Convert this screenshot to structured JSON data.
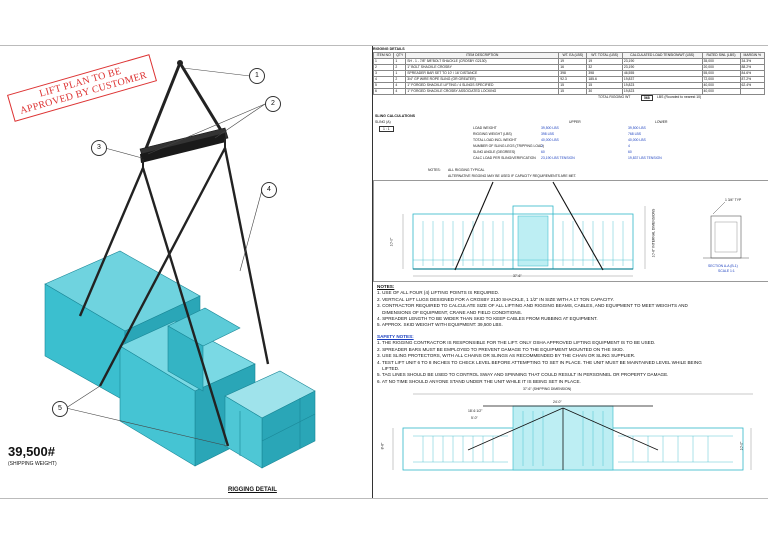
{
  "stamp_text": "LIFT PLAN TO BE APPROVED BY CUSTOMER",
  "shipping_weight": "39,500#",
  "shipping_weight_label": "(SHIPPING WEIGHT)",
  "rigging_detail_title": "RIGGING DETAIL",
  "callouts": [
    "1",
    "2",
    "3",
    "4",
    "5"
  ],
  "colors": {
    "equipment": "#2fb7c9",
    "equipment_dark": "#1a8797",
    "sling": "#222222",
    "stamp": "#dd3333",
    "safety": "#1a3fbf"
  },
  "rigging_table": {
    "title": "RIGGING DETAILS",
    "headers": [
      "ITEM NO",
      "QTY",
      "ITEM DESCRIPTION",
      "WT. EA (LBS)",
      "WT. TOTAL (LBS)",
      "CALCULATED LOAD TENSION/WT (LBS)",
      "RATED SWL (LBS)",
      "MARGIN %"
    ],
    "rows": [
      [
        "1",
        "1",
        "SH - 1 - 7/8\" 5/8\"BOLT SHACKLE (CROSBY G2130)",
        "19",
        "19",
        "23,190",
        "35,000",
        "34.3%"
      ],
      [
        "2",
        "2",
        "1\" BOLT SHACKLE CROSBY",
        "16",
        "32",
        "23,190",
        "20,000",
        "88.2%"
      ],
      [
        "3",
        "1",
        "SPREADER BAR SET TO 10' / 16' DISTANCE",
        "398",
        "398",
        "46,555",
        "55,000",
        "84.6%"
      ],
      [
        "4",
        "2",
        "3/4\" GP WIRE ROPE SLING (OR GREATER)",
        "92.3",
        "185.6",
        "19,837",
        "72,000",
        "87.2%"
      ],
      [
        "5",
        "4",
        "1\" FORGED SHACKLE LIFTING / 4 SLINGS SPECIFIED",
        "15",
        "15",
        "19,823",
        "40,000",
        "62.4%"
      ],
      [
        "6",
        "4",
        "1\" FORGED SHACKLE CROSBY ASSOCIATED LOCKING",
        "15",
        "30",
        "19,823",
        "40,000",
        ""
      ]
    ],
    "total_label": "TOTAL RIGGING WT",
    "total_value": "568",
    "total_note": "LBS (Rounded to nearest 10)"
  },
  "sling_calcs": {
    "title": "SLING CALCULATIONS",
    "sub": "SLING (A)",
    "ratio": "1 : 1",
    "upper_label": "UPPER",
    "lower_label": "LOWER",
    "rows": [
      {
        "label": "LOAD WEIGHT",
        "upper": "39,500 LBS",
        "lower": "39,500 LBS"
      },
      {
        "label": "RIGGING WEIGHT (LBS)",
        "upper": "398 LBS",
        "lower": "768 LBS"
      },
      {
        "label": "TOTAL LOAD INCL WEIGHT",
        "upper": "40,000 LBS",
        "lower": "40,000 LBS"
      },
      {
        "label": "NUMBER OF SLING LEGS (TRIPPING LOAD)",
        "upper": "2",
        "lower": "4"
      },
      {
        "label": "SLING ANGLE (DEGREES)",
        "upper": "60",
        "lower": "60"
      },
      {
        "label": "CALC LOAD PER SLING/VERIFICATION",
        "upper": "23,190 LBS TENSION",
        "lower": "19,837 LBS TENSION"
      }
    ],
    "notes_label": "NOTES:",
    "notes_lines": [
      "ALL RIGGING TYPICAL",
      "ALTERNATIVE RIGGING MAY BE USED IF CAPACITY REQUIREMENTS ARE MET."
    ]
  },
  "elevation": {
    "dim_bottom": "37'-6\"",
    "dim_height": "10'-0\"",
    "dim_right": "10'-6\" INTERNAL DIMENSIONS",
    "section_label": "SECTION A-A (B-1)",
    "section_sub": "SCALE 1:1",
    "leader_label": "1 3/4\" TYP"
  },
  "notes": {
    "heading": "NOTES:",
    "items": [
      "1. USE OF ALL FOUR (4) LIFTING POINTS IS REQUIRED.",
      "2. VERTICAL LIFT LUGS DESIGNED FOR A CROSBY 2130 SHACKLE, 1 1/2\" IN SIZE WITH A 17 TON CAPACITY.",
      "3. CONTRACTOR REQUIRED TO CALCULATE SIZE OF ALL LIFTING AND RIGGING BEAMS, CABLES, AND EQUIPMENT TO MEET WEIGHTS AND",
      "    DIMENSIONS OF EQUIPMENT, CRANE AND FIELD CONDITIONS.",
      "4. SPREADER LENGTH TO BE WIDER THAN SKID TO KEEP CABLES FROM RUBBING AT EQUIPMENT.",
      "5. APPROX. SKID WEIGHT WITH EQUIPMENT: 39,500 LBS."
    ]
  },
  "safety_notes": {
    "heading": "SAFETY NOTES:",
    "items": [
      "1. THE RIGGING CONTRACTOR IS RESPONSIBLE FOR THE LIFT. ONLY OSHA APPROVED LIFTING EQUIPMENT IS TO BE USED.",
      "2. SPREADER BARS MUST BE EMPLOYED TO PREVENT DAMAGE TO THE EQUIPMENT MOUNTED ON THE SKID.",
      "3. USE SLING PROTECTORS, WITH ALL CHAINS OR SLINGS AS RECOMMENDED BY THE CHAIN OR SLING SUPPLIER.",
      "4. TEST LIFT UNIT 6 TO 8 INCHES TO CHECK LEVEL BEFORE ATTEMPTING TO SET IN PLACE. THE UNIT MUST BE MAINTAINED LEVEL WHILE BEING",
      "    LIFTED.",
      "5. TAG LINES SHOULD BE USED TO CONTROL SWAY AND SPINNING THAT COULD RESULT IN PERSONNEL OR PROPERTY DAMAGE.",
      "6. AT NO TIME SHOULD ANYONE STAND UNDER THE UNIT WHILE IT IS BEING SET IN PLACE."
    ]
  },
  "plan": {
    "dim_top": "37'-6\" (SHIPPING DIMENSION)",
    "dim_mid": "24'-0\"",
    "dim_left1": "18'-6 1/2\"",
    "dim_left2": "5'-0\"",
    "dim_side": "8'-6\"",
    "dim_right": "10'-0\""
  }
}
